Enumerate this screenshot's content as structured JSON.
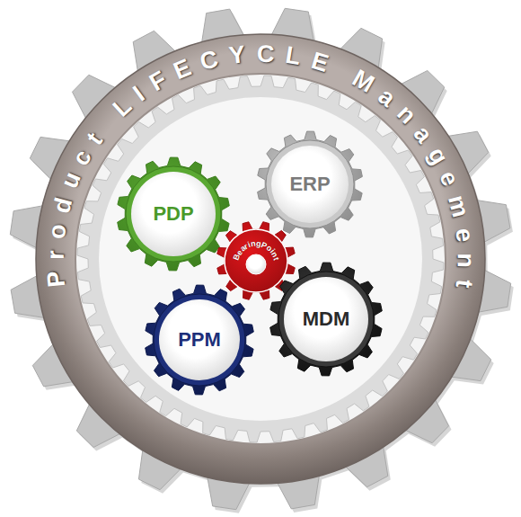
{
  "diagram": {
    "nodes": [
      {
        "text": [
          "Product LIFECYCLE Management"
        ]
      },
      {
        "text": [
          "PDP"
        ],
        "in": 0
      },
      {
        "text": [
          "ERP"
        ],
        "in": 0
      },
      {
        "text": [
          "BearingPoint"
        ],
        "in": 0
      },
      {
        "text": [
          "PPM"
        ],
        "in": 0
      },
      {
        "text": [
          "MDM"
        ],
        "in": 0
      }
    ]
  }
}
